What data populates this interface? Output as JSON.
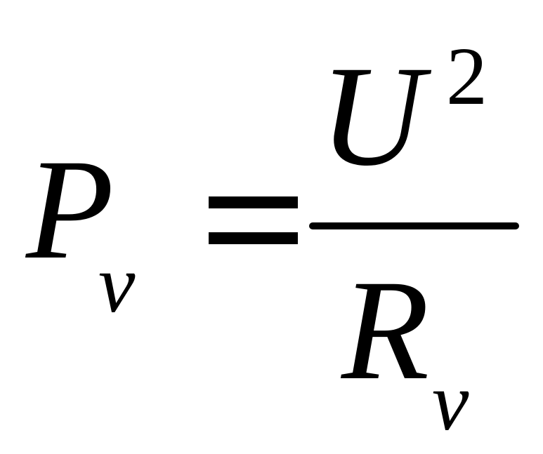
{
  "formula": {
    "lhs": {
      "symbol": "P",
      "subscript": "v"
    },
    "operator": "=",
    "numerator": {
      "symbol": "U",
      "superscript": "2"
    },
    "denominator": {
      "symbol": "R",
      "subscript": "v"
    }
  }
}
